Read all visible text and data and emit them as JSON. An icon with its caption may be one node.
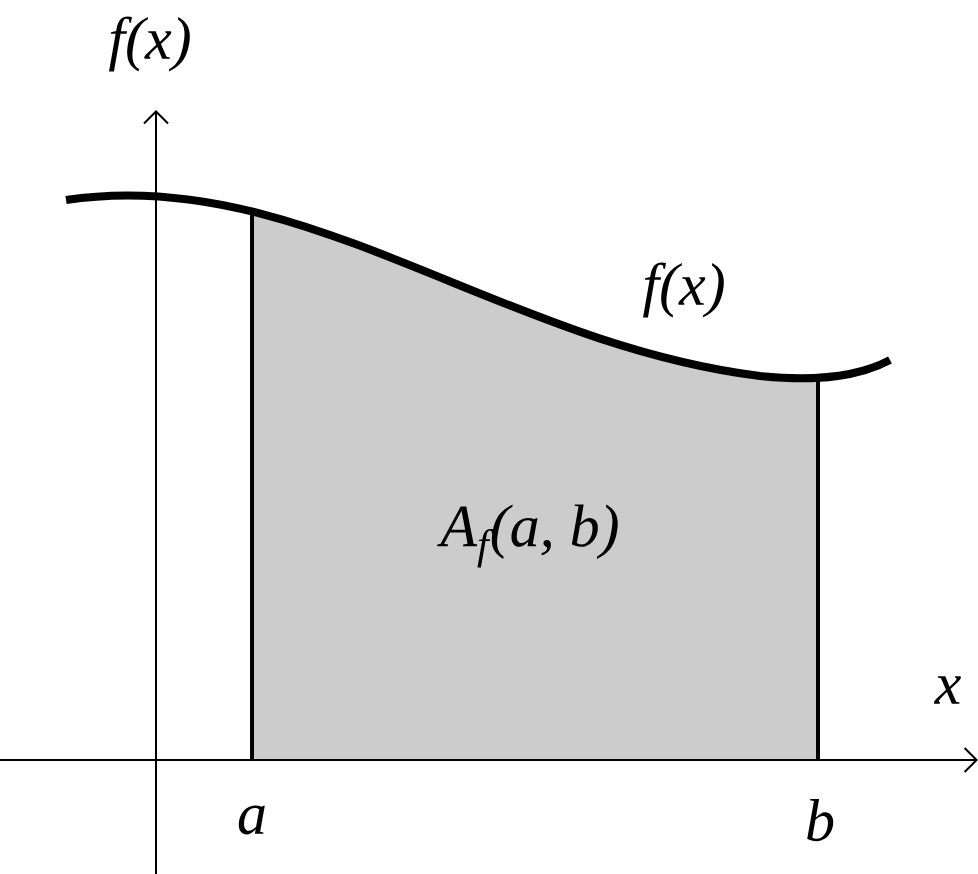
{
  "diagram": {
    "labels": [
      "f(x)",
      "f(x)",
      "A$_{f}$(a, b)",
      "x",
      "a",
      "b"
    ]
  }
}
